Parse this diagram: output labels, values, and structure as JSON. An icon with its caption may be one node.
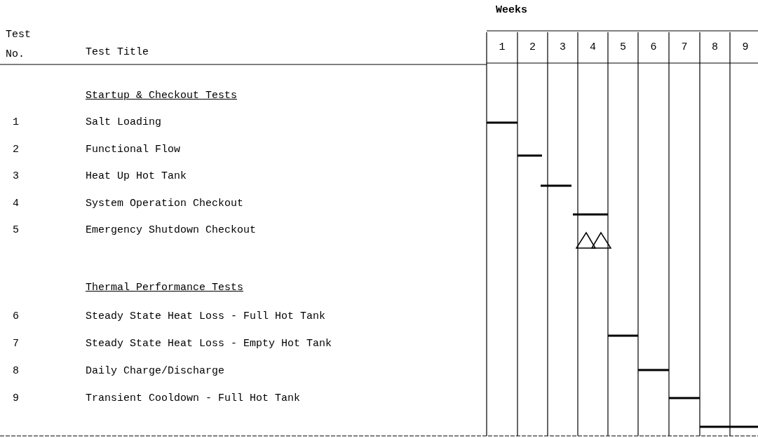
{
  "diagram": {
    "labels": [
      "Weeks",
      "Test No.",
      "Test Title",
      "1",
      "2",
      "3",
      "4",
      "5",
      "6",
      "7",
      "8",
      "9",
      "Startup & Checkout Tests",
      "1",
      "Salt Loading",
      "2",
      "Functional Flow",
      "3",
      "Heat Up Hot Tank",
      "4",
      "System Operation Checkout",
      "5",
      "Emergency Shutdown Checkout",
      "Thermal Performance Tests",
      "6",
      "Steady State Heat Loss - Full Hot Tank",
      "7",
      "Steady State Heat Loss - Empty Hot Tank",
      "8",
      "Daily Charge/Discharge",
      "9",
      "Transient Cooldown - Full Hot Tank"
    ]
  }
}
